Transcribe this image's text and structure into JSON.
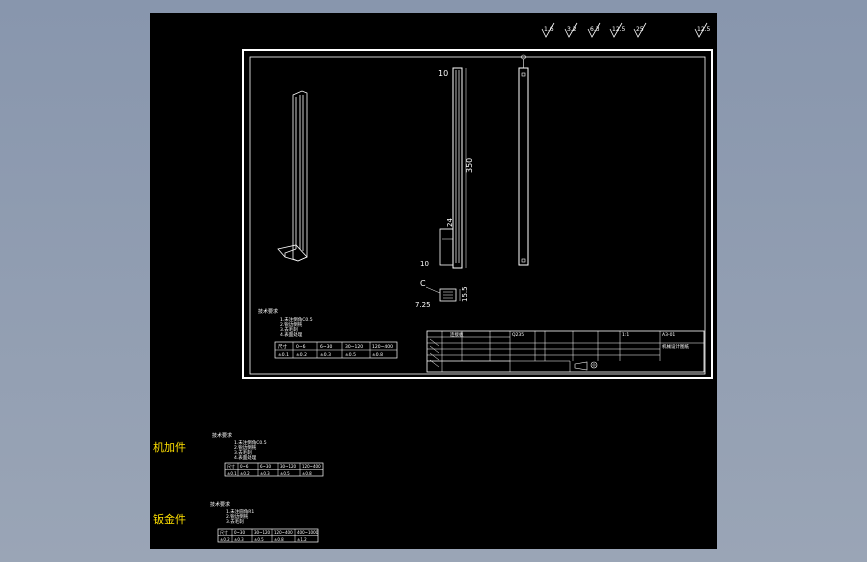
{
  "roughness_symbols": [
    {
      "value": "1.6"
    },
    {
      "value": "3.2"
    },
    {
      "value": "6.3"
    },
    {
      "value": "12.5"
    },
    {
      "value": "25"
    },
    {
      "value": "12.5"
    }
  ],
  "dimensions": {
    "top_width": "10",
    "height": "350",
    "mid": "24",
    "bottom": "10",
    "detail_label": "C",
    "detail_h": "15.5",
    "detail_w": "7.25"
  },
  "tech_notes": {
    "heading": "技术要求",
    "lines": [
      "1.未注倒角C0.5",
      "2.锐边倒钝",
      "3.去毛刺",
      "4.表面处理"
    ],
    "table_header": [
      "尺寸",
      "0~6",
      "6~30",
      "30~120",
      "120~400"
    ],
    "table_values": [
      "±0.1",
      "±0.2",
      "±0.3",
      "±0.5",
      "±0.8"
    ]
  },
  "title_block": {
    "part_name": "连接板",
    "material": "Q235",
    "scale": "1:1",
    "drawing_no": "A3-01",
    "company": "机械设计图纸"
  },
  "side_labels": {
    "machined": "机加件",
    "sheet_metal": "钣金件"
  },
  "machined_notes": {
    "heading": "技术要求",
    "lines": [
      "1.未注倒角C0.5",
      "2.锐边倒钝",
      "3.去毛刺",
      "4.表面处理"
    ],
    "table_header": [
      "尺寸",
      "0~6",
      "6~30",
      "30~120",
      "120~400"
    ],
    "table_values": [
      "±0.1",
      "±0.2",
      "±0.3",
      "±0.5",
      "±0.8"
    ]
  },
  "sheet_notes": {
    "heading": "技术要求",
    "lines": [
      "1.未注圆角R1",
      "2.锐边倒钝",
      "3.去毛刺"
    ],
    "table_header": [
      "尺寸",
      "0~30",
      "30~120",
      "120~400",
      "400~1000"
    ],
    "table_values": [
      "±0.2",
      "±0.3",
      "±0.5",
      "±0.8",
      "±1.2"
    ]
  }
}
